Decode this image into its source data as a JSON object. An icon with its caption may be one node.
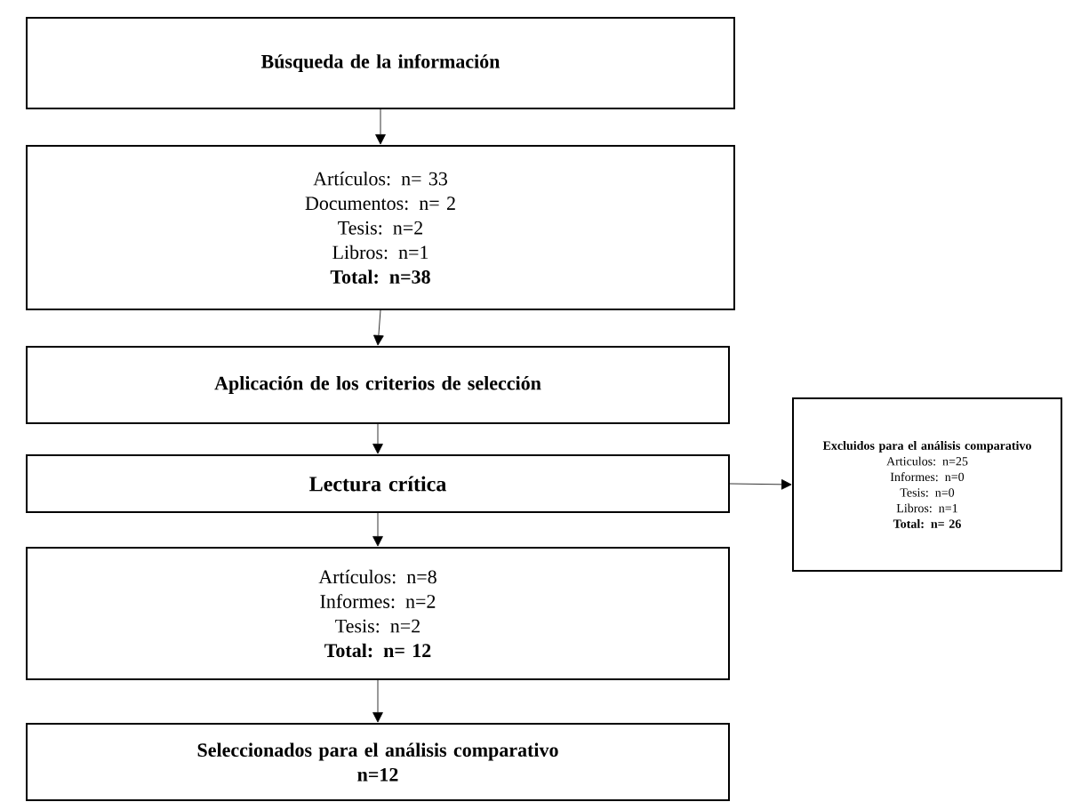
{
  "diagram": {
    "nodes": [
      {
        "text": [
          "Búsqueda de la información"
        ]
      },
      {
        "text": [
          "Artículos: n= 33",
          "Documentos: n= 2",
          "Tesis: n=2",
          "Libros: n=1",
          "**Total: n=38**"
        ]
      },
      {
        "text": [
          "Aplicación de los criterios de selección"
        ]
      },
      {
        "text": [
          "Lectura crítica"
        ]
      },
      {
        "text": [
          "Artículos: n=8",
          "Informes: n=2",
          "Tesis: n=2",
          "**Total: n= 12**"
        ]
      },
      {
        "text": [
          "Seleccionados para el análisis comparativo",
          "n=12"
        ]
      },
      {
        "text": [
          "**Excluidos para el análisis comparativo**",
          "Articulos: n=25",
          "Informes: n=0",
          "Tesis: n=0",
          "Libros: n=1",
          "**Total: n= 26**"
        ]
      }
    ],
    "edges": [
      {
        "from": 0,
        "to": 1,
        "arrow": "to"
      },
      {
        "from": 1,
        "to": 2,
        "arrow": "to"
      },
      {
        "from": 2,
        "to": 3,
        "arrow": "to"
      },
      {
        "from": 3,
        "to": 4,
        "arrow": "to"
      },
      {
        "from": 4,
        "to": 5,
        "arrow": "to"
      },
      {
        "from": 3,
        "to": 6,
        "arrow": "to"
      }
    ]
  }
}
